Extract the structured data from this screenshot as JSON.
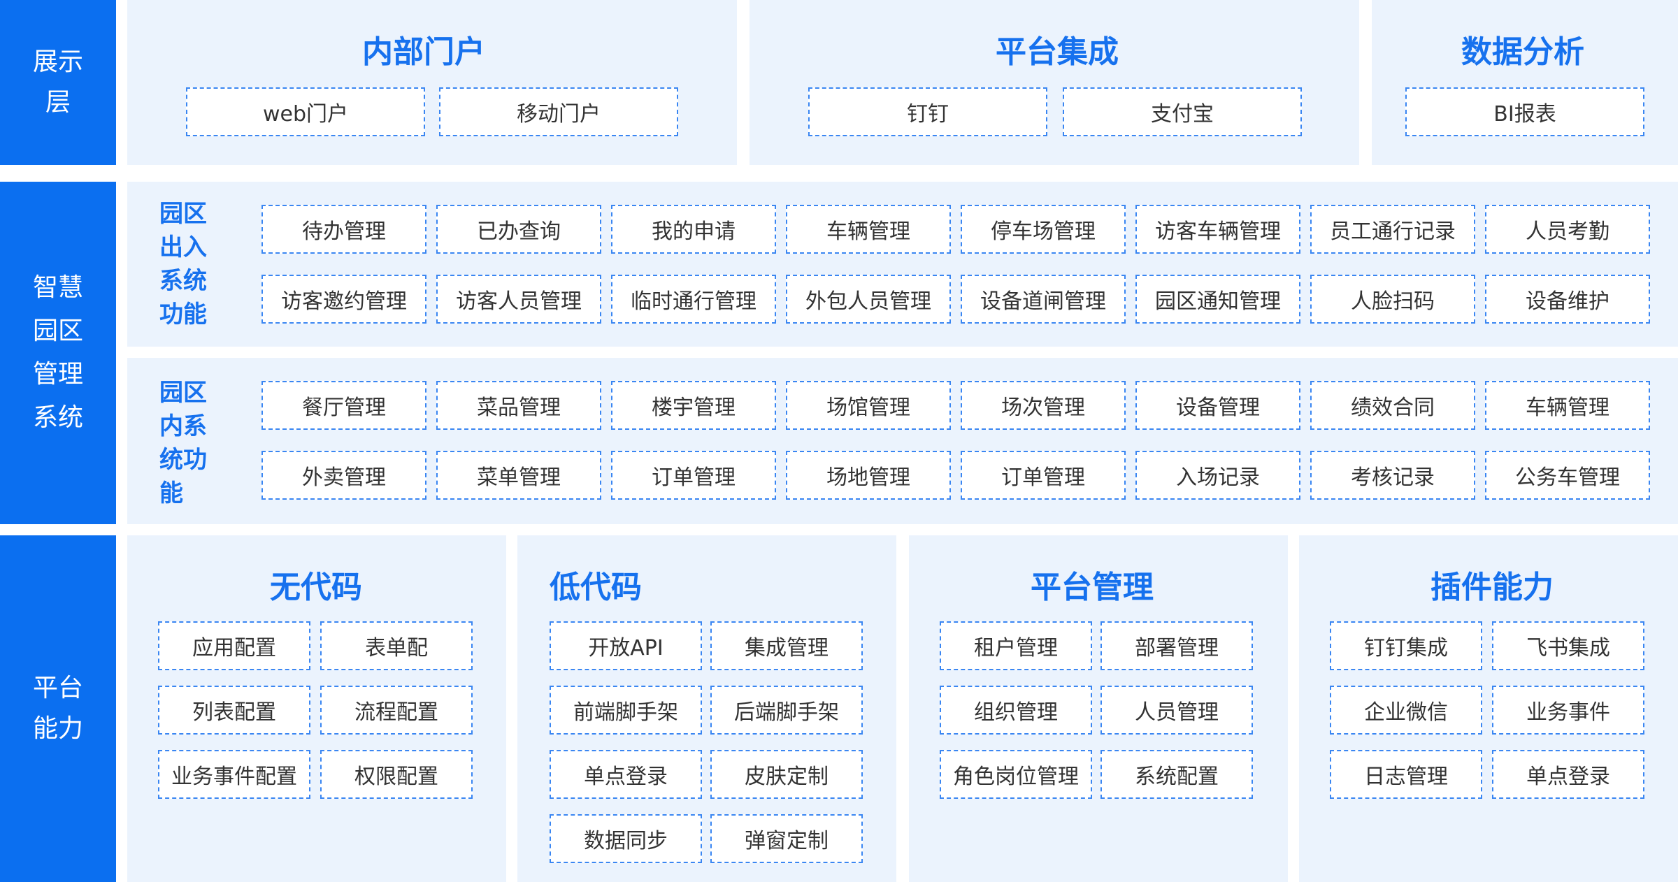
{
  "layers": {
    "display": "展示层",
    "smart_park": "智慧园区管理系统",
    "platform": "平台能力"
  },
  "display_panels": [
    {
      "title": "内部门户",
      "items": [
        "web门户",
        "移动门户"
      ]
    },
    {
      "title": "平台集成",
      "items": [
        "钉钉",
        "支付宝"
      ]
    },
    {
      "title": "数据分析",
      "items": [
        "BI报表"
      ]
    }
  ],
  "park_sections": [
    {
      "label": "园区出入系统功能",
      "rows": [
        [
          "待办管理",
          "已办查询",
          "我的申请",
          "车辆管理",
          "停车场管理",
          "访客车辆管理",
          "员工通行记录",
          "人员考勤"
        ],
        [
          "访客邀约管理",
          "访客人员管理",
          "临时通行管理",
          "外包人员管理",
          "设备道闸管理",
          "园区通知管理",
          "人脸扫码",
          "设备维护"
        ]
      ]
    },
    {
      "label": "园区内系统功能",
      "rows": [
        [
          "餐厅管理",
          "菜品管理",
          "楼宇管理",
          "场馆管理",
          "场次管理",
          "设备管理",
          "绩效合同",
          "车辆管理"
        ],
        [
          "外卖管理",
          "菜单管理",
          "订单管理",
          "场地管理",
          "订单管理",
          "入场记录",
          "考核记录",
          "公务车管理"
        ]
      ]
    }
  ],
  "platform_panels": [
    {
      "title": "无代码",
      "items": [
        "应用配置",
        "表单配",
        "列表配置",
        "流程配置",
        "业务事件配置",
        "权限配置"
      ]
    },
    {
      "title": "低代码",
      "items": [
        "开放API",
        "集成管理",
        "前端脚手架",
        "后端脚手架",
        "单点登录",
        "皮肤定制",
        "数据同步",
        "弹窗定制"
      ]
    },
    {
      "title": "平台管理",
      "items": [
        "租户管理",
        "部署管理",
        "组织管理",
        "人员管理",
        "角色岗位管理",
        "系统配置"
      ]
    },
    {
      "title": "插件能力",
      "items": [
        "钉钉集成",
        "飞书集成",
        "企业微信",
        "业务事件",
        "日志管理",
        "单点登录"
      ]
    }
  ],
  "colors": {
    "accent": "#0b6ff0",
    "panel_bg": "#ebf3fd",
    "title": "#1671ee",
    "border": "#3a86f2"
  }
}
